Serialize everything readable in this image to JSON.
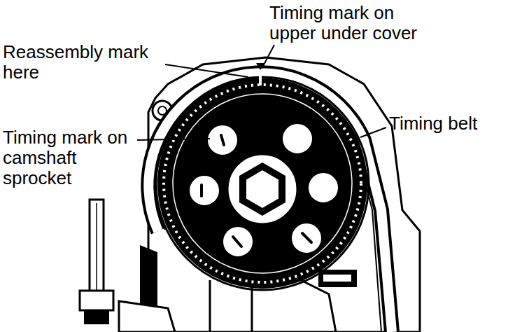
{
  "diagram": {
    "labels": [
      "Timing mark on upper under cover",
      "Reassembly mark here",
      "Timing belt",
      "Timing mark on camshaft sprocket"
    ]
  }
}
